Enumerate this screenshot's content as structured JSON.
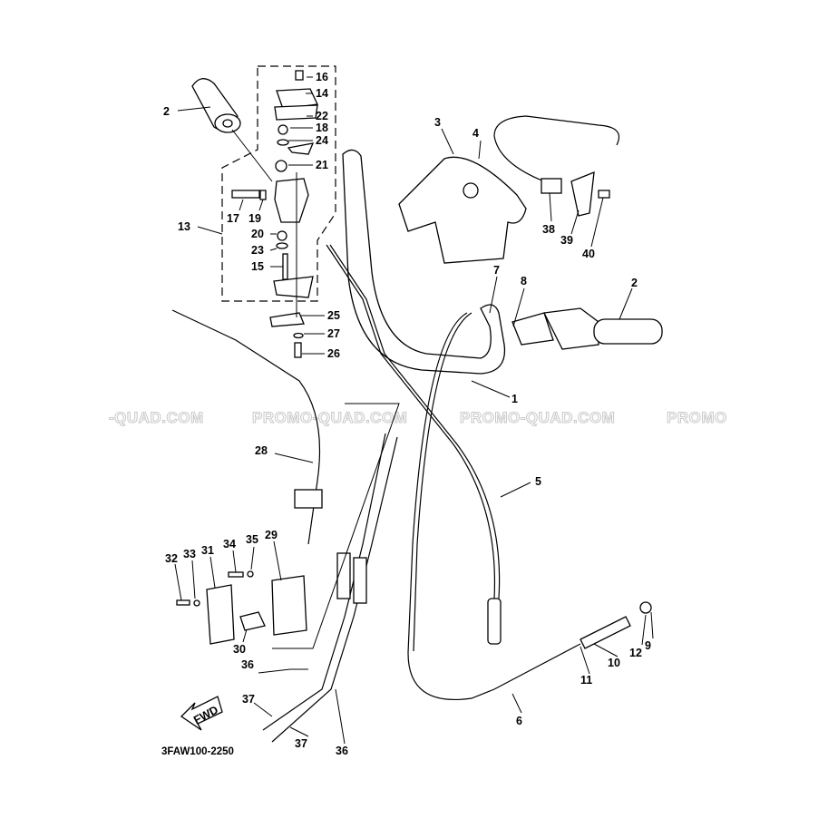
{
  "watermark": [
    "-QUAD.COM",
    "PROMO-QUAD.COM",
    "PROMO-QUAD.COM",
    "PROMO"
  ],
  "diagram_code": "3FAW100-2250",
  "fwd_label": "FWD",
  "callouts": {
    "p1": "1",
    "p2a": "2",
    "p2b": "2",
    "p3": "3",
    "p4": "4",
    "p5": "5",
    "p6": "6",
    "p7": "7",
    "p8": "8",
    "p9": "9",
    "p10": "10",
    "p11": "11",
    "p12": "12",
    "p13": "13",
    "p14": "14",
    "p15": "15",
    "p16": "16",
    "p17": "17",
    "p18": "18",
    "p19": "19",
    "p20": "20",
    "p21": "21",
    "p22": "22",
    "p23": "23",
    "p24": "24",
    "p25": "25",
    "p26": "26",
    "p27": "27",
    "p28": "28",
    "p29": "29",
    "p30": "30",
    "p31": "31",
    "p32": "32",
    "p33": "33",
    "p34": "34",
    "p35": "35",
    "p36a": "36",
    "p36b": "36",
    "p37a": "37",
    "p37b": "37",
    "p38": "38",
    "p39": "39",
    "p40": "40"
  }
}
